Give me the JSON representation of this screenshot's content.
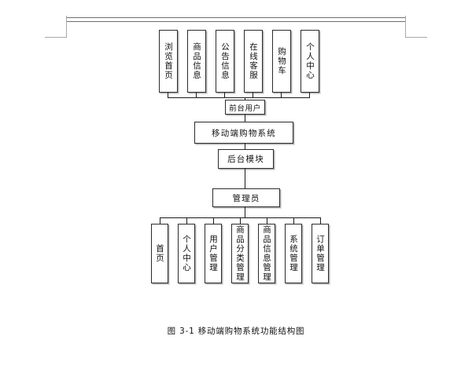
{
  "page": {
    "caption": "图 3-1  移动端购物系统功能结构图",
    "header_decoration": "double-rule-with-corner-ticks"
  },
  "diagram": {
    "type": "functional-structure-tree",
    "title": "移动端购物系统功能结构图",
    "spine": {
      "front_user": "前台用户",
      "system": "移动端购物系统",
      "back_module": "后台模块",
      "admin": "管理员"
    },
    "front_modules": [
      {
        "label": "浏览首页"
      },
      {
        "label": "商品信息"
      },
      {
        "label": "公告信息"
      },
      {
        "label": "在线客服"
      },
      {
        "label": "购物车"
      },
      {
        "label": "个人中心"
      }
    ],
    "back_modules": [
      {
        "label": "首页"
      },
      {
        "label": "个人中心"
      },
      {
        "label": "用户管理"
      },
      {
        "label": "商品分类管理"
      },
      {
        "label": "商品信息管理"
      },
      {
        "label": "系统管理"
      },
      {
        "label": "订单管理"
      }
    ],
    "colors": {
      "box_border": "#2b2b2b",
      "box_fill": "#ffffff",
      "edge": "#1b1b1b",
      "header_rule": "#6f6f6f",
      "corner_tick": "#a8a8a8",
      "text": "#111111"
    }
  }
}
